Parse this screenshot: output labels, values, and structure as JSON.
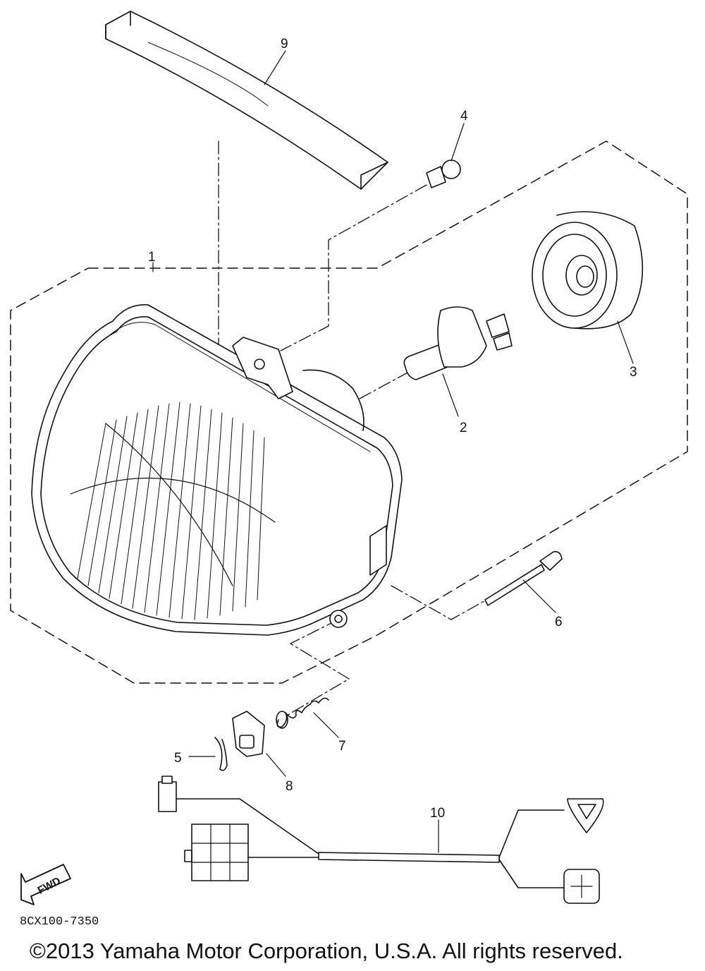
{
  "diagram": {
    "callouts": [
      {
        "num": "1"
      },
      {
        "num": "2"
      },
      {
        "num": "3"
      },
      {
        "num": "4"
      },
      {
        "num": "5"
      },
      {
        "num": "6"
      },
      {
        "num": "7"
      },
      {
        "num": "8"
      },
      {
        "num": "9"
      },
      {
        "num": "10"
      }
    ],
    "fwd_label": "FWD",
    "drawing_code": "8CX100-7350",
    "copyright": "©2013 Yamaha Motor Corporation, U.S.A. All rights reserved."
  }
}
